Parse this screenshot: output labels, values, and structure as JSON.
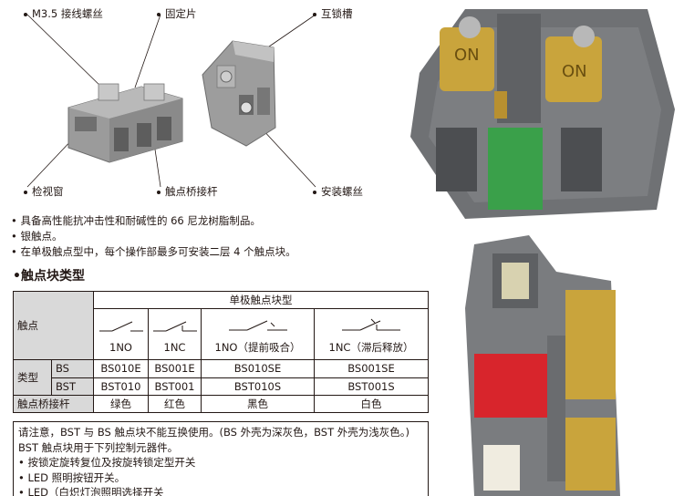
{
  "callouts": {
    "m35": "M3.5 接线螺丝",
    "fixing": "固定片",
    "interlock": "互锁槽",
    "window": "检视窗",
    "bridge": "触点桥接杆",
    "mounting": "安装螺丝"
  },
  "features": [
    "具备高性能抗冲击性和耐碱性的 66 尼龙树脂制品。",
    "银触点。",
    "在单极触点型中，每个操作部最多可安装二层 4 个触点块。"
  ],
  "section_title": "触点块类型",
  "table": {
    "header_single_pole": "单极触点块型",
    "row_contact": "触点",
    "contact_labels": [
      "1NO",
      "1NC",
      "1NO（提前吸合）",
      "1NC（滞后释放）"
    ],
    "row_type": "类型",
    "type_bs": "BS",
    "type_bst": "BST",
    "bs_values": [
      "BS010E",
      "BS001E",
      "BS010SE",
      "BS001SE"
    ],
    "bst_values": [
      "BST010",
      "BST001",
      "BST010S",
      "BST001S"
    ],
    "row_bridge": "触点桥接杆",
    "bridge_colors": [
      "绿色",
      "红色",
      "黑色",
      "白色"
    ]
  },
  "notes": [
    "请注意，BST 与 BS 触点块不能互换使用。(BS 外壳为深灰色，BST 外壳为浅灰色。)",
    "BST 触点块用于下列控制元器件。",
    "• 按锁定旋转复位及按旋转锁定型开关",
    "• LED 照明按钮开关。",
    "• LED（白炽灯泡照明选择开关"
  ],
  "photo_labels": {
    "on_left": "ON",
    "on_right": "ON"
  }
}
